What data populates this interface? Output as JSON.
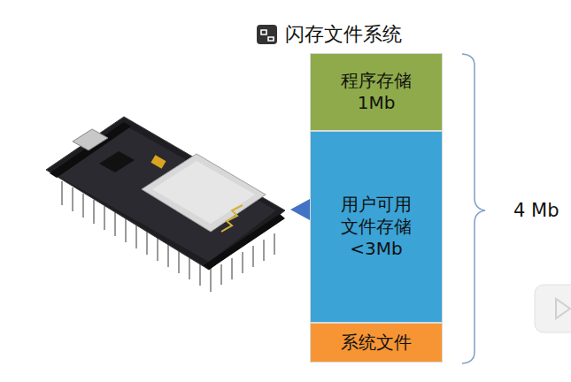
{
  "diagram": {
    "title": "闪存文件系统",
    "nodes": [
      {
        "text": [
          "程序存储 1Mb"
        ]
      },
      {
        "text": [
          "用户可用 文件存储 <3Mb"
        ]
      },
      {
        "text": [
          "系统文件"
        ]
      }
    ],
    "labels": [
      "4 Mb"
    ]
  }
}
